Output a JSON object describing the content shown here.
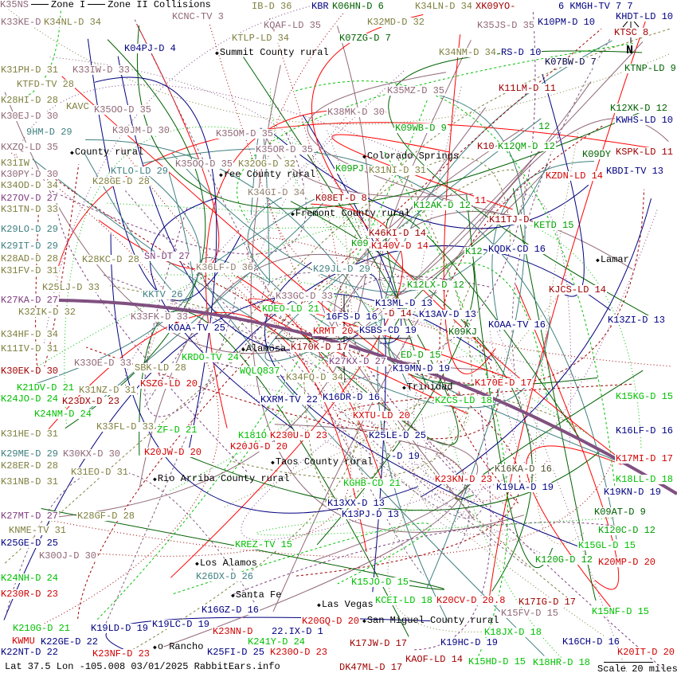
{
  "legend": {
    "zone1": "Zone I",
    "zone2": "Zone II",
    "collisions": "Collisions"
  },
  "footer": {
    "coords": "Lat 37.5 Lon -105.008 03/01/2025 RabbitEars.info",
    "scale": "Scale 20 miles",
    "north": "N"
  },
  "colors": {
    "navy": "#000080",
    "olive": "#808040",
    "mauve": "#906878",
    "darkred": "#a00000",
    "red": "#ff0000",
    "green": "#00c000",
    "darkgreen": "#006000",
    "purple": "#804080",
    "teal": "#408080",
    "collision": "#806080"
  },
  "towns": [
    {
      "text": "Summit County rural"
    },
    {
      "text": "Colorado Springs"
    },
    {
      "text": "ree County rural"
    },
    {
      "text": "County rural"
    },
    {
      "text": "Fremont County rural"
    },
    {
      "text": "Lamar"
    },
    {
      "text": "Alamosa"
    },
    {
      "text": "Trinidad"
    },
    {
      "text": "Rio Arriba County rural"
    },
    {
      "text": "Taos County rural"
    },
    {
      "text": "Los Alamos"
    },
    {
      "text": "Santa Fe"
    },
    {
      "text": "Las Vegas"
    },
    {
      "text": "San Miguel County rural"
    },
    {
      "text": "o Rancho"
    }
  ],
  "labels": [
    {
      "text": "K35NS",
      "color": "#906878"
    },
    {
      "text": "KCNC-TV 3",
      "color": "#906878"
    },
    {
      "text": "IB-D 36",
      "color": "#808040"
    },
    {
      "text": "KBR",
      "color": "#000080"
    },
    {
      "text": "K06HN-D 6",
      "color": "#006000"
    },
    {
      "text": "K34LN-D 34",
      "color": "#808040"
    },
    {
      "text": "XK09YO-",
      "color": "#a00000"
    },
    {
      "text": "6 KMGH-TV 7 7",
      "color": "#000080"
    },
    {
      "text": "KHDT-LD 10",
      "color": "#000080"
    },
    {
      "text": "K33KE-D",
      "color": "#906878"
    },
    {
      "text": "K34NL-D 34",
      "color": "#808040"
    },
    {
      "text": "K32MD-D 32",
      "color": "#808040"
    },
    {
      "text": "KQAF-LD 35",
      "color": "#906878"
    },
    {
      "text": "K35JS-D 35",
      "color": "#906878"
    },
    {
      "text": "K10PM-D 10",
      "color": "#000080"
    },
    {
      "text": "KTSC 8",
      "color": "#a00000"
    },
    {
      "text": "K04PJ-D 4",
      "color": "#000080"
    },
    {
      "text": "K07ZG-D 7",
      "color": "#006000"
    },
    {
      "text": "KTLP-LD 34",
      "color": "#808040"
    },
    {
      "text": "K34NM-D 34",
      "color": "#808040"
    },
    {
      "text": "RS-D 10",
      "color": "#000080"
    },
    {
      "text": "KTNP-LD 9",
      "color": "#006000"
    },
    {
      "text": "K07BW-D 7",
      "color": "#000040"
    },
    {
      "text": "K31PH-D 31",
      "color": "#808040"
    },
    {
      "text": "K33IW-D 33",
      "color": "#906878"
    },
    {
      "text": "KTFD-TV 28",
      "color": "#808040"
    },
    {
      "text": "K35MZ-D 35",
      "color": "#906878"
    },
    {
      "text": "K11LM-D 11",
      "color": "#a00000"
    },
    {
      "text": "K28HI-D 28",
      "color": "#808040"
    },
    {
      "text": "KAVC",
      "color": "#808040"
    },
    {
      "text": "K35OO-D 35",
      "color": "#906878"
    },
    {
      "text": "K30EJ-D 30",
      "color": "#906878"
    },
    {
      "text": "K38MK-D 30",
      "color": "#906878"
    },
    {
      "text": "K12XK-D 12",
      "color": "#006000"
    },
    {
      "text": "KWHS-LD 10",
      "color": "#000080"
    },
    {
      "text": "K30JM-D 30",
      "color": "#906878"
    },
    {
      "text": "K09WB-D 9",
      "color": "#00a000"
    },
    {
      "text": "12",
      "color": "#00a000"
    },
    {
      "text": "9HM-D 29",
      "color": "#408080"
    },
    {
      "text": "KXZQ-LD 35",
      "color": "#906878"
    },
    {
      "text": "K35OM-D 35",
      "color": "#906878"
    },
    {
      "text": "K10",
      "color": "#a00000"
    },
    {
      "text": "K12QM-D 12",
      "color": "#00a000"
    },
    {
      "text": "K35OR-D 35",
      "color": "#906878"
    },
    {
      "text": "K09DY",
      "color": "#006000"
    },
    {
      "text": "KSPK-LD 11",
      "color": "#a00000"
    },
    {
      "text": "K31IW",
      "color": "#808040"
    },
    {
      "text": "KBDI-TV 13",
      "color": "#000080"
    },
    {
      "text": "KTLO-LD 29",
      "color": "#408080"
    },
    {
      "text": "K32OG-D 32",
      "color": "#808040"
    },
    {
      "text": "K30PY-D 30",
      "color": "#906878"
    },
    {
      "text": "K09PJ",
      "color": "#00a000"
    },
    {
      "text": "K31NI-D 31",
      "color": "#808040"
    },
    {
      "text": "K34OD-D 34",
      "color": "#808040"
    },
    {
      "text": "K35OQ-D 35",
      "color": "#906878"
    },
    {
      "text": "KZDN-LD 14",
      "color": "#d00000"
    },
    {
      "text": "K28GE-D 28",
      "color": "#808040"
    },
    {
      "text": "K27OV-D 27",
      "color": "#804080"
    },
    {
      "text": "K34GI-D 34",
      "color": "#908070"
    },
    {
      "text": "K31TN-D 33",
      "color": "#808040"
    },
    {
      "text": "11",
      "color": "#d00000"
    },
    {
      "text": "K12AK-D 12",
      "color": "#00a000"
    },
    {
      "text": "K08ET-D 8",
      "color": "#a00000"
    },
    {
      "text": "K29LO-D 29",
      "color": "#408080"
    },
    {
      "text": "K11TJ-D",
      "color": "#a00000"
    },
    {
      "text": "KETD 15",
      "color": "#00a000"
    },
    {
      "text": "K46KI-D 14",
      "color": "#a00000"
    },
    {
      "text": "K29IT-D 29",
      "color": "#408080"
    },
    {
      "text": "K09",
      "color": "#00a000"
    },
    {
      "text": "K140V-D 14",
      "color": "#d00000"
    },
    {
      "text": "K28AD-D 28",
      "color": "#808040"
    },
    {
      "text": "KQDK-CD 16",
      "color": "#000080"
    },
    {
      "text": "K12",
      "color": "#00a000"
    },
    {
      "text": "K28KC-D 28",
      "color": "#808040"
    },
    {
      "text": "SN-DT 27",
      "color": "#804080"
    },
    {
      "text": "K36LF-D 36",
      "color": "#908070"
    },
    {
      "text": "K29JL-D 29",
      "color": "#408080"
    },
    {
      "text": "K31FV-D 31",
      "color": "#808040"
    },
    {
      "text": "K25LJ-D 33",
      "color": "#808040"
    },
    {
      "text": "K12LX-D 12",
      "color": "#00a000"
    },
    {
      "text": "K27KA-D 27",
      "color": "#804080"
    },
    {
      "text": "KJCS-LD 14",
      "color": "#a00000"
    },
    {
      "text": "K13ML-D 13",
      "color": "#000080"
    },
    {
      "text": "KKTV 26",
      "color": "#408080"
    },
    {
      "text": "K33GC-D 33",
      "color": "#906878"
    },
    {
      "text": "K13AV-D 13",
      "color": "#000080"
    },
    {
      "text": "K32IK-D 32",
      "color": "#808040"
    },
    {
      "text": "KDEO-LD 21",
      "color": "#00c000"
    },
    {
      "text": "16FS-D 16",
      "color": "#000080"
    },
    {
      "text": "KSBS-CD 19",
      "color": "#000080"
    },
    {
      "text": "K33FK-D 33",
      "color": "#906878"
    },
    {
      "text": "-D 14",
      "color": "#a00000"
    },
    {
      "text": "K13ZI-D 13",
      "color": "#000080"
    },
    {
      "text": "K09KJ",
      "color": "#006000"
    },
    {
      "text": "KOAA-TV 16",
      "color": "#000080"
    },
    {
      "text": "KOAA-TV 25",
      "color": "#000080"
    },
    {
      "text": "KRMT 20",
      "color": "#d00000"
    },
    {
      "text": "K34HF-D 34",
      "color": "#808040"
    },
    {
      "text": "K11IV-D 31",
      "color": "#808040"
    },
    {
      "text": "K170K-D 17",
      "color": "#a00000"
    },
    {
      "text": "K27KX-D 27",
      "color": "#804080"
    },
    {
      "text": "KRDO-TV 24",
      "color": "#00c000"
    },
    {
      "text": "ED-D 15",
      "color": "#00a000"
    },
    {
      "text": "K30EK-D 30",
      "color": "#a00000"
    },
    {
      "text": "K33OE-D 33",
      "color": "#906878"
    },
    {
      "text": "WQLQ837",
      "color": "#00c000"
    },
    {
      "text": "K34FQ-D 34",
      "color": "#808040"
    },
    {
      "text": "SBK-LD 28",
      "color": "#808040"
    },
    {
      "text": "K21DV-D 21",
      "color": "#00c000"
    },
    {
      "text": "K19MN-D 19",
      "color": "#000080"
    },
    {
      "text": "KSZG-LD 20",
      "color": "#d00000"
    },
    {
      "text": "K170E-D 17",
      "color": "#d00000"
    },
    {
      "text": "K24JO-D 24",
      "color": "#00c000"
    },
    {
      "text": "K31NZ-D 31",
      "color": "#808040"
    },
    {
      "text": "K16DR-D 16",
      "color": "#000080"
    },
    {
      "text": "K24NM-D 24",
      "color": "#00c000"
    },
    {
      "text": "KXRM-TV 22",
      "color": "#000080"
    },
    {
      "text": "K15KG-D 15",
      "color": "#00c000"
    },
    {
      "text": "K23DX-D 23",
      "color": "#a00000"
    },
    {
      "text": "KXTU-LD 20",
      "color": "#d00000"
    },
    {
      "text": "KZCS-LD 18",
      "color": "#00c000"
    },
    {
      "text": "K31HE-D 31",
      "color": "#808040"
    },
    {
      "text": "K33FL-D 33",
      "color": "#808040"
    },
    {
      "text": "K25LE-D 25",
      "color": "#000080"
    },
    {
      "text": "K29ME-D 29",
      "color": "#408080"
    },
    {
      "text": "ZF-D 21",
      "color": "#00c000"
    },
    {
      "text": "K16LF-D 16",
      "color": "#000080"
    },
    {
      "text": "K181O",
      "color": "#00c000"
    },
    {
      "text": "K230U-D 23",
      "color": "#d00000"
    },
    {
      "text": "K28ER-D 28",
      "color": "#808040"
    },
    {
      "text": "K30KX-D 30",
      "color": "#906878"
    },
    {
      "text": "K20JW-D 20",
      "color": "#d00000"
    },
    {
      "text": "K20JG-D 20",
      "color": "#d00000"
    },
    {
      "text": "K17MI-D 17",
      "color": "#d00000"
    },
    {
      "text": "K31NB-D 31",
      "color": "#808040"
    },
    {
      "text": "K31EO-D 31",
      "color": "#808040"
    },
    {
      "text": "KGHB-CD 21",
      "color": "#00c000"
    },
    {
      "text": "-D 19",
      "color": "#000080"
    },
    {
      "text": "K16KA-D 16",
      "color": "#505030"
    },
    {
      "text": "K13XX-D 13",
      "color": "#000080"
    },
    {
      "text": "K23KN-D 23",
      "color": "#d00000"
    },
    {
      "text": "K18LL-D 18",
      "color": "#00c000"
    },
    {
      "text": "K19LA-D 19",
      "color": "#000080"
    },
    {
      "text": "K19KN-D 19",
      "color": "#000080"
    },
    {
      "text": "K13PJ-D 13",
      "color": "#000080"
    },
    {
      "text": "K09AT-D 9",
      "color": "#006000"
    },
    {
      "text": "K120C-D 12",
      "color": "#00a000"
    },
    {
      "text": "K28GF-D 28",
      "color": "#808040"
    },
    {
      "text": "K27MT-D 27",
      "color": "#804080"
    },
    {
      "text": "KNME-TV 31",
      "color": "#808040"
    },
    {
      "text": "K15GL-D 15",
      "color": "#00c000"
    },
    {
      "text": "K20MP-D 20",
      "color": "#d00000"
    },
    {
      "text": "K25GE-D 25",
      "color": "#000080"
    },
    {
      "text": "K120G-D 12",
      "color": "#00a000"
    },
    {
      "text": "K30OJ-D 30",
      "color": "#906878"
    },
    {
      "text": "KREZ-TV 15",
      "color": "#00c000"
    },
    {
      "text": "K24NH-D 24",
      "color": "#00c000"
    },
    {
      "text": "K26DX-D 26",
      "color": "#408080"
    },
    {
      "text": "K16GZ-D 16",
      "color": "#000080"
    },
    {
      "text": "K15JO-D 15",
      "color": "#00c000"
    },
    {
      "text": "K230R-D 23",
      "color": "#d00000"
    },
    {
      "text": "K17IG-D 17",
      "color": "#a00000"
    },
    {
      "text": "K15FV-D 15",
      "color": "#906878"
    },
    {
      "text": "K15NF-D 15",
      "color": "#00c000"
    },
    {
      "text": "K18JX-D 18",
      "color": "#00c000"
    },
    {
      "text": "K19LC-D 19",
      "color": "#000080"
    },
    {
      "text": "K19HC-D 19",
      "color": "#000080"
    },
    {
      "text": "K22GE-D 22",
      "color": "#000080"
    },
    {
      "text": "K23NF-D 23",
      "color": "#d00000"
    },
    {
      "text": "K241Y-D 24",
      "color": "#00c000"
    },
    {
      "text": "K17JW-D 17",
      "color": "#a00000"
    },
    {
      "text": "K16CH-D 16",
      "color": "#000080"
    },
    {
      "text": "K15HD-D 15",
      "color": "#00c000"
    },
    {
      "text": "K210G-D 21",
      "color": "#00c000"
    },
    {
      "text": "K19LD-D 19",
      "color": "#000080"
    },
    {
      "text": "KAOF-LD 14",
      "color": "#a00000"
    },
    {
      "text": "DK47ML-D 17",
      "color": "#a00000"
    },
    {
      "text": "K22NT-D 22",
      "color": "#000080"
    },
    {
      "text": "K25FI-D 25",
      "color": "#000080"
    },
    {
      "text": "K23NN-D",
      "color": "#d00000"
    },
    {
      "text": "K230O-D 23",
      "color": "#d00000"
    },
    {
      "text": "22.IX-D 1",
      "color": "#000080"
    },
    {
      "text": "K20GQ-D 20",
      "color": "#d00000"
    },
    {
      "text": "KCEI-LD 18",
      "color": "#00c000"
    },
    {
      "text": "K20CV-D 20.8",
      "color": "#d00000"
    },
    {
      "text": "K18HR-D 18",
      "color": "#00c000"
    },
    {
      "text": "K20IT-D 20",
      "color": "#d00000"
    },
    {
      "text": "KWMU",
      "color": "#d00000"
    }
  ]
}
